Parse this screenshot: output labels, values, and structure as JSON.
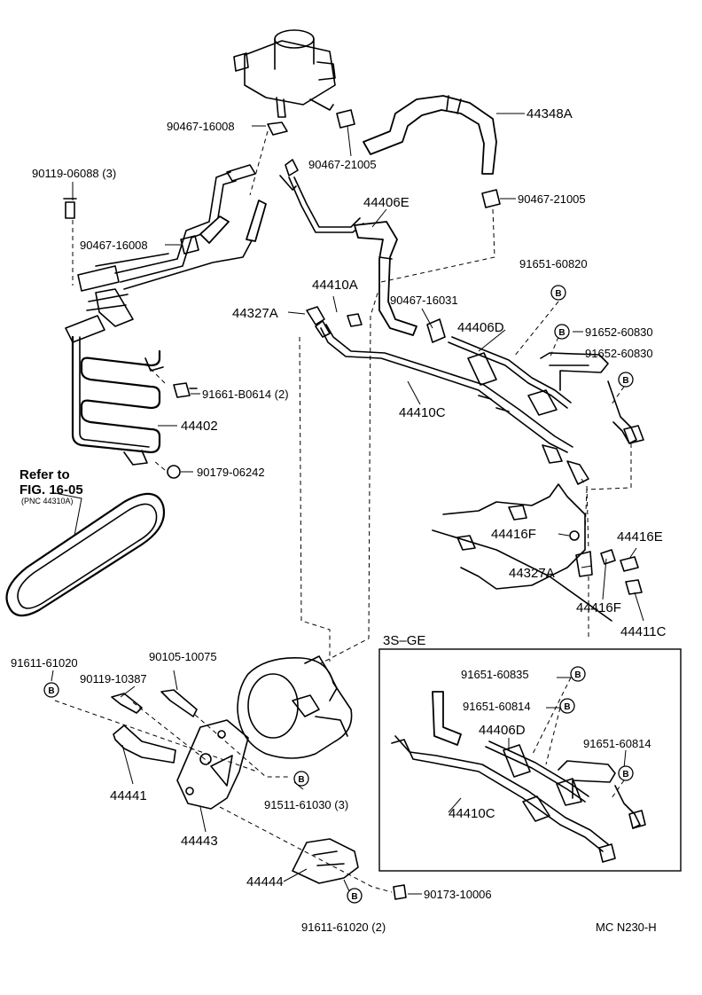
{
  "parts": {
    "p90467_16008_top": "90467-16008",
    "p90467_21005_a": "90467-21005",
    "p44348A": "44348A",
    "p90119_06088": "90119-06088 (3)",
    "p90467_21005_b": "90467-21005",
    "p44406E": "44406E",
    "p90467_16008_mid": "90467-16008",
    "p91651_60820": "91651-60820",
    "p44410A": "44410A",
    "p44327A_top": "44327A",
    "p90467_16031": "90467-16031",
    "p44406D": "44406D",
    "p91652_60830_a": "91652-60830",
    "p91652_60830_b": "91652-60830",
    "p91661_B0614": "91661-B0614 (2)",
    "p44410C": "44410C",
    "p44402": "44402",
    "p90179_06242": "90179-06242",
    "refer_line1": "Refer to",
    "refer_line2": "FIG. 16-05",
    "refer_line3": "(PNC 44310A)",
    "p44416F_a": "44416F",
    "p44416E": "44416E",
    "p44327A_bottom": "44327A",
    "p44416F_b": "44416F",
    "p44411C": "44411C",
    "p91611_61020": "91611-61020",
    "p90105_10075": "90105-10075",
    "p90119_10387": "90119-10387",
    "p44441": "44441",
    "p91511_61030": "91511-61030 (3)",
    "p44443": "44443",
    "p44444": "44444",
    "p90173_10006": "90173-10006",
    "p91611_61020_2": "91611-61020 (2)"
  },
  "inset": {
    "title": "3S–GE",
    "p91651_60835": "91651-60835",
    "p91651_60814_a": "91651-60814",
    "p44406D": "44406D",
    "p91651_60814_b": "91651-60814",
    "p44410C": "44410C"
  },
  "badge_letter": "B",
  "footer_code": "MC N230-H"
}
